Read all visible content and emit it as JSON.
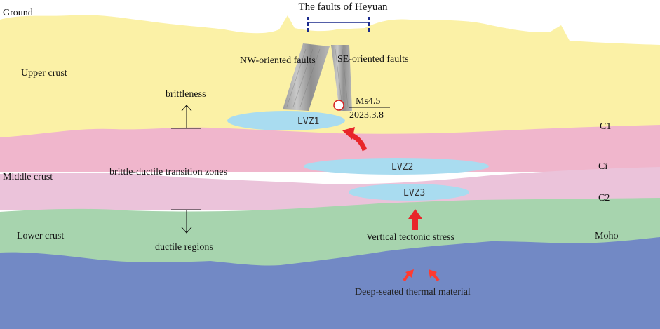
{
  "title": "The faults of Heyuan",
  "layers": {
    "ground": "Ground",
    "upper": "Upper crust",
    "middle": "Middle crust",
    "lower": "Lower crust"
  },
  "boundaries": {
    "c1": "C1",
    "ci": "Ci",
    "c2": "C2",
    "moho": "Moho"
  },
  "faults": {
    "nw": "NW-oriented faults",
    "se": "SE-oriented faults"
  },
  "earthquake": {
    "magnitude": "Ms4.5",
    "date": "2023.3.8"
  },
  "zones": {
    "lvz1": "LVZ1",
    "lvz2": "LVZ2",
    "lvz3": "LVZ3"
  },
  "properties": {
    "brittleness": "brittleness",
    "transition": "brittle-ductile transition zones",
    "ductile": "ductile regions"
  },
  "stress": "Vertical tectonic stress",
  "thermal": "Deep-seated thermal material",
  "colors": {
    "upper_crust": "#fbf1a6",
    "middle_crust_upper": "#f0b6cc",
    "middle_crust_lower": "#ebc3da",
    "lower_crust": "#a7d4ae",
    "mantle": "#7289c5",
    "lvz": "#a9dcf0",
    "arrow": "#e8262a",
    "fault_marker": "#1a2a8c"
  }
}
